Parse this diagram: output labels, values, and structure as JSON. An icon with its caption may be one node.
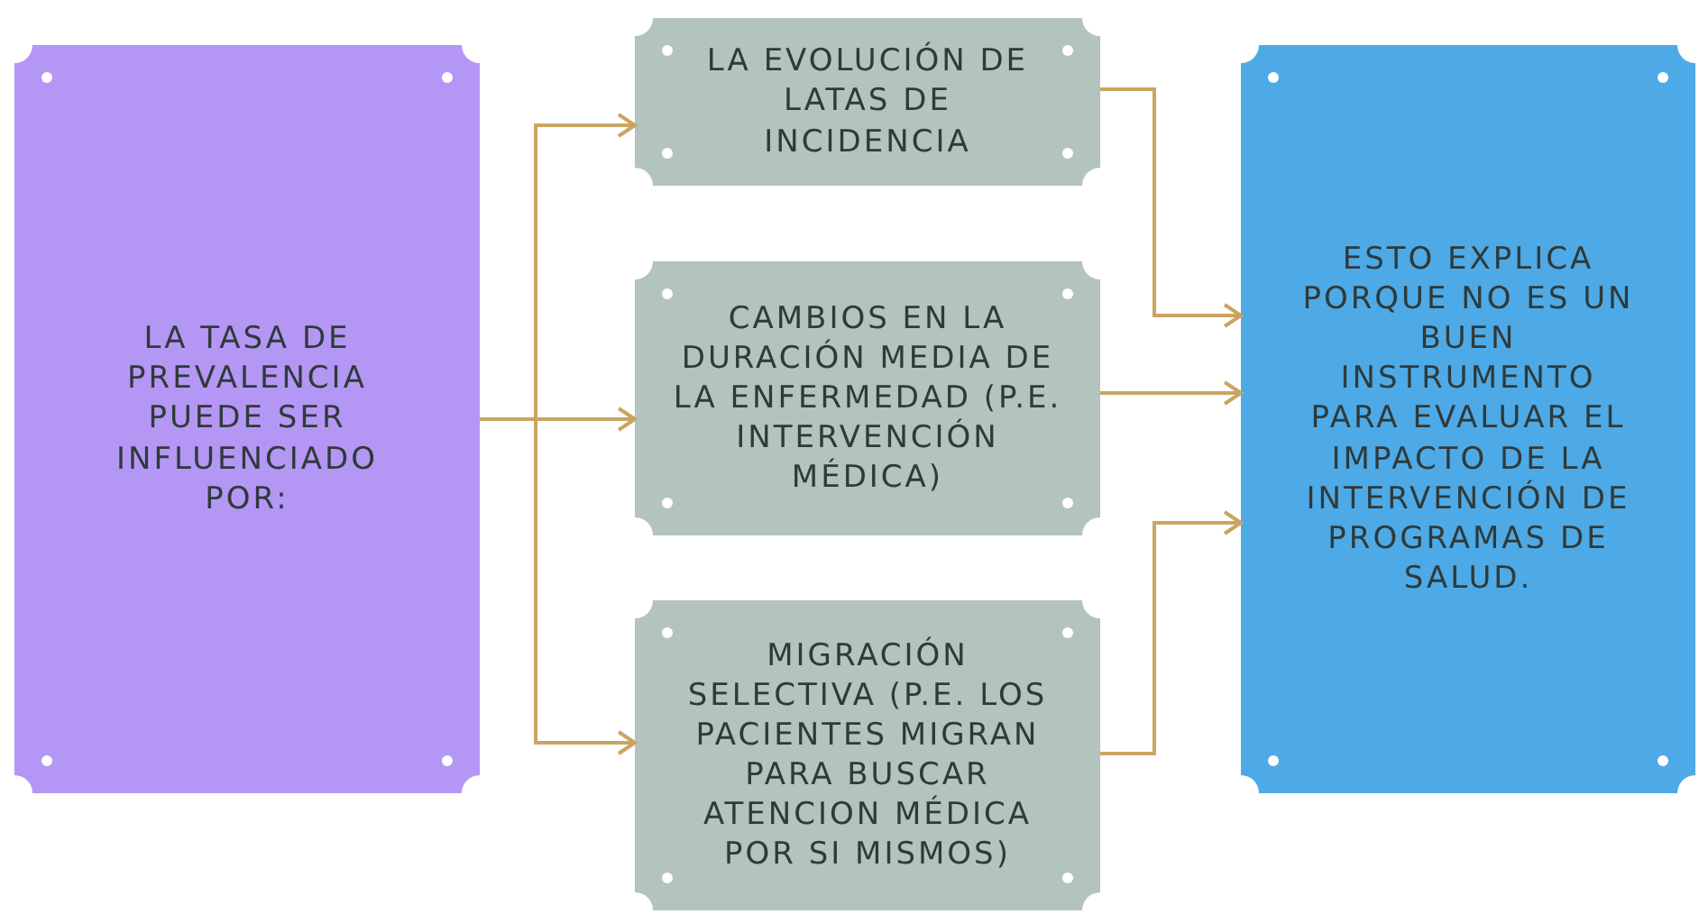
{
  "diagram": {
    "nodes": [
      {
        "text": [
          "LA TASA DE PREVALENCIA PUEDE SER INFLUENCIADO POR:"
        ]
      },
      {
        "text": [
          "LA EVOLUCIÓN DE LATAS DE INCIDENCIA"
        ]
      },
      {
        "text": [
          "CAMBIOS EN LA DURACIÓN MEDIA DE LA ENFERMEDAD (P.E. INTERVENCIÓN MÉDICA)"
        ]
      },
      {
        "text": [
          "MIGRACIÓN SELECTIVA (P.E. LOS PACIENTES MIGRAN PARA BUSCAR ATENCION MÉDICA POR SI MISMOS)"
        ]
      },
      {
        "text": [
          "ESTO EXPLICA PORQUE NO ES UN BUEN INSTRUMENTO PARA EVALUAR EL IMPACTO DE LA INTERVENCIÓN DE PROGRAMAS DE SALUD."
        ]
      }
    ],
    "edges": [
      {
        "from": 0,
        "to": 1,
        "arrow": "to"
      },
      {
        "from": 0,
        "to": 2,
        "arrow": "to"
      },
      {
        "from": 0,
        "to": 3,
        "arrow": "to"
      },
      {
        "from": 1,
        "to": 4,
        "arrow": "to"
      },
      {
        "from": 2,
        "to": 4,
        "arrow": "to"
      },
      {
        "from": 3,
        "to": 4,
        "arrow": "to"
      }
    ]
  }
}
